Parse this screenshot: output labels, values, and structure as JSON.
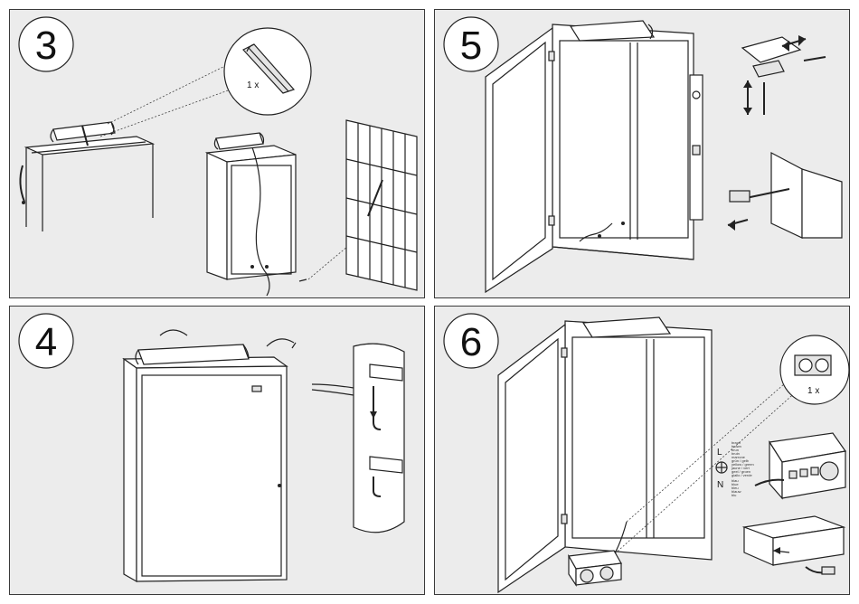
{
  "steps": [
    {
      "number": "3",
      "callout_quantity": "1 x"
    },
    {
      "number": "5"
    },
    {
      "number": "4"
    },
    {
      "number": "6",
      "callout_quantity": "1 x",
      "wiring_letters": {
        "live": "L",
        "neutral": "N"
      },
      "wiring_legend": {
        "live": [
          "braun",
          "brown",
          "brun",
          "bruin",
          "marrone"
        ],
        "earth": [
          "grün / gelb",
          "yellow / green",
          "jaune / vert",
          "geel / groen",
          "giallo / verde"
        ],
        "neutral": [
          "blau",
          "blue",
          "bleu",
          "blauw",
          "blu"
        ]
      }
    }
  ]
}
